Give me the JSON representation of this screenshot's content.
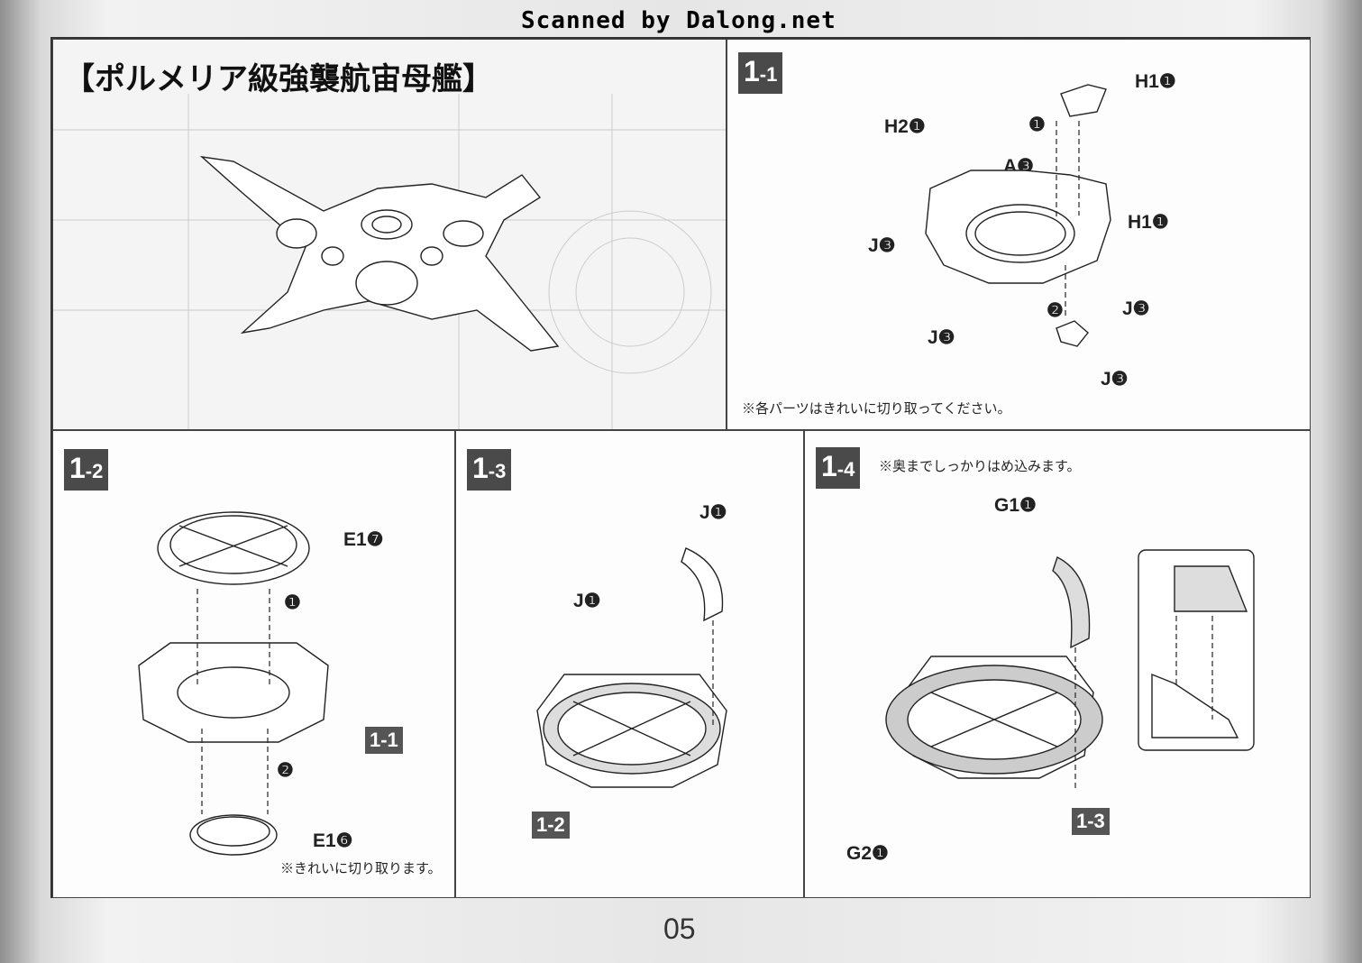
{
  "watermark": "Scanned by Dalong.net",
  "page_number": "05",
  "main": {
    "title": "【ポルメリア級強襲航宙母艦】"
  },
  "step_1_1": {
    "badge_main": "1",
    "badge_sub": "-1",
    "labels": [
      "H1❶",
      "H2❶",
      "A❸",
      "H1❶",
      "J❸",
      "J❸",
      "J❸",
      "J❸"
    ],
    "markers": [
      "❶",
      "❷"
    ],
    "note": "※各パーツはきれいに切り取ってください。"
  },
  "step_1_2": {
    "badge_main": "1",
    "badge_sub": "-2",
    "labels": [
      "E1❼",
      "E1❻"
    ],
    "ref": "1-1",
    "markers": [
      "❶",
      "❷"
    ],
    "note": "※きれいに切り取ります。"
  },
  "step_1_3": {
    "badge_main": "1",
    "badge_sub": "-3",
    "labels": [
      "J❶",
      "J❶"
    ],
    "ref": "1-2"
  },
  "step_1_4": {
    "badge_main": "1",
    "badge_sub": "-4",
    "note": "※奥までしっかりはめ込みます。",
    "labels": [
      "G1❶",
      "G2❶"
    ],
    "ref": "1-3"
  }
}
